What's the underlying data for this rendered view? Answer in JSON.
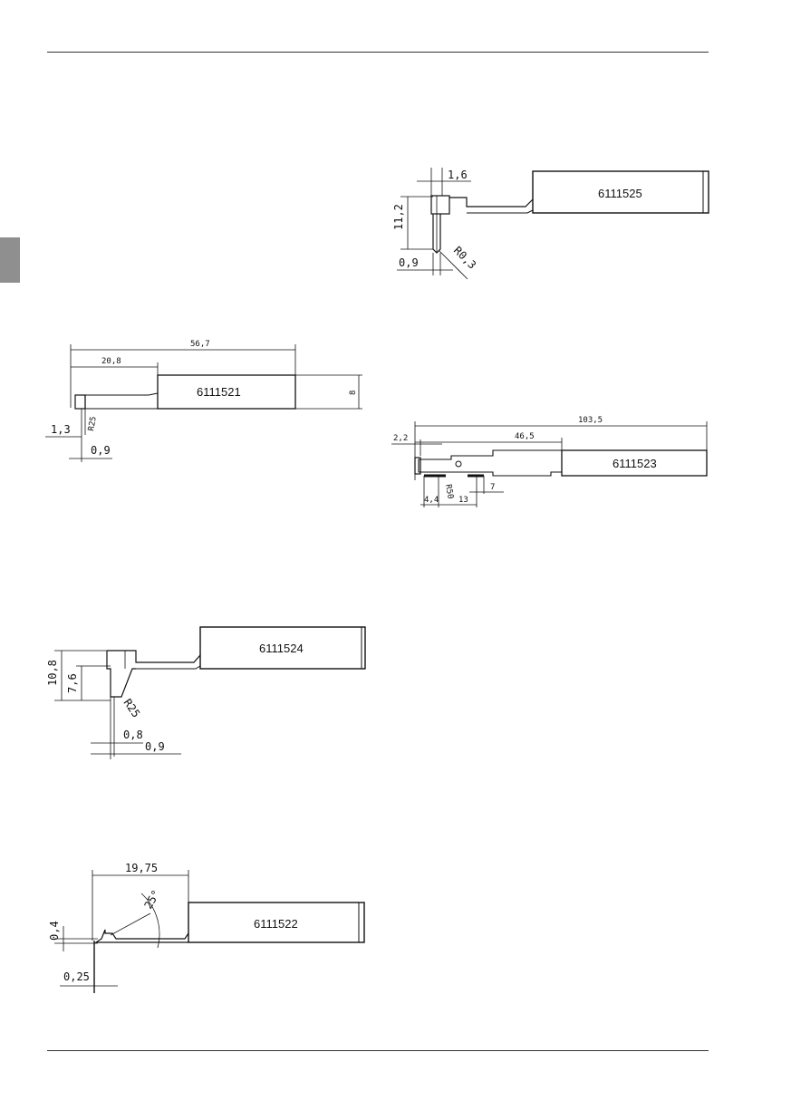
{
  "drawings": {
    "d6111525": {
      "part_number": "6111525",
      "dims": {
        "width": "1,6",
        "height": "11,2",
        "tip": "0,9",
        "radius": "R0,3"
      }
    },
    "d6111521": {
      "part_number": "6111521",
      "dims": {
        "overall": "56,7",
        "reach": "20,8",
        "shank": "8",
        "step": "1,3",
        "radius": "R25",
        "tip": "0,9"
      }
    },
    "d6111523": {
      "part_number": "6111523",
      "dims": {
        "overall": "103,5",
        "reach": "46,5",
        "offset": "2,2",
        "a": "4,4",
        "b": "13",
        "c": "7",
        "radius": "R50"
      }
    },
    "d6111524": {
      "part_number": "6111524",
      "dims": {
        "height": "10,8",
        "depth": "7,6",
        "radius": "R25",
        "tip_a": "0,8",
        "tip_b": "0,9"
      }
    },
    "d6111522": {
      "part_number": "6111522",
      "dims": {
        "reach": "19,75",
        "angle": "25°",
        "step": "0,4",
        "tip": "0,25"
      }
    }
  }
}
